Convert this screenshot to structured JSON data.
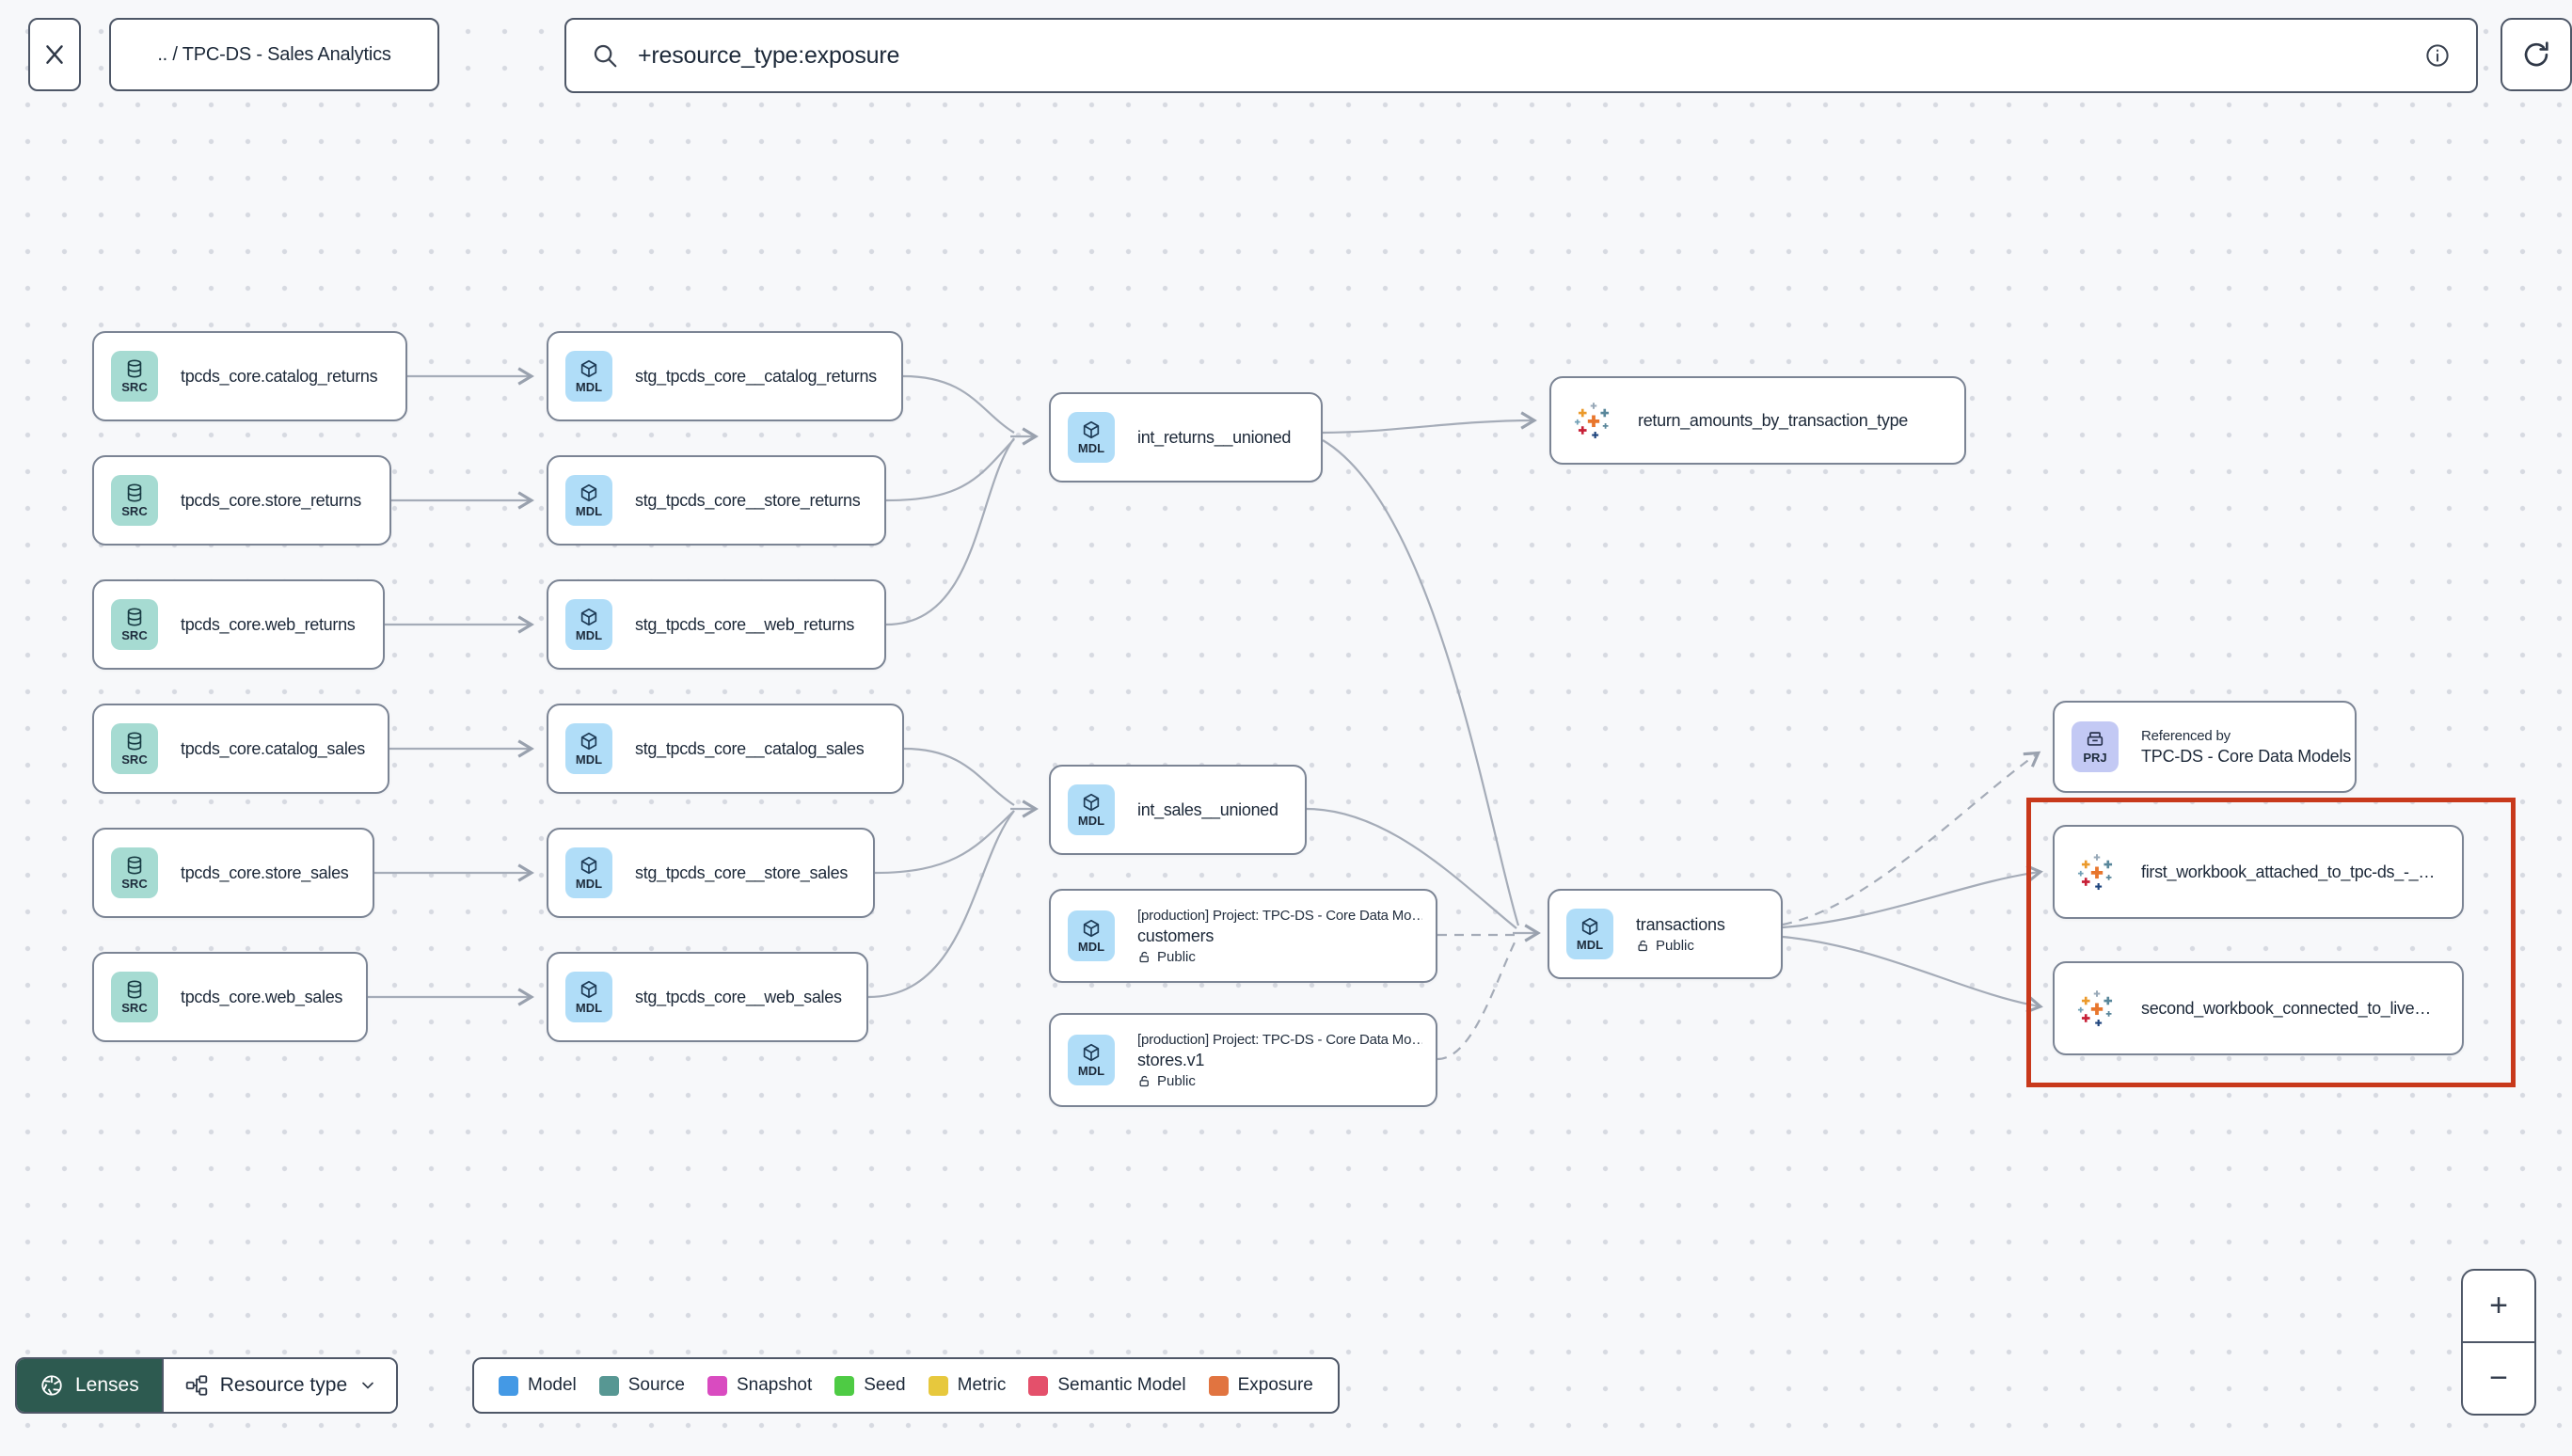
{
  "topbar": {
    "breadcrumb": ".. / TPC-DS - Sales Analytics",
    "search_value": "+resource_type:exposure"
  },
  "badges": {
    "source": "SRC",
    "model": "MDL",
    "project": "PRJ"
  },
  "nodes": {
    "sources": [
      "tpcds_core.catalog_returns",
      "tpcds_core.store_returns",
      "tpcds_core.web_returns",
      "tpcds_core.catalog_sales",
      "tpcds_core.store_sales",
      "tpcds_core.web_sales"
    ],
    "staging": [
      "stg_tpcds_core__catalog_returns",
      "stg_tpcds_core__store_returns",
      "stg_tpcds_core__web_returns",
      "stg_tpcds_core__catalog_sales",
      "stg_tpcds_core__store_sales",
      "stg_tpcds_core__web_sales"
    ],
    "int_returns": "int_returns__unioned",
    "int_sales": "int_sales__unioned",
    "exposure_returns": "return_amounts_by_transaction_type",
    "customers": {
      "project": "[production] Project: TPC-DS - Core Data Mo…",
      "name": "customers",
      "access": "Public"
    },
    "stores": {
      "project": "[production] Project: TPC-DS - Core Data Mo…",
      "name": "stores.v1",
      "access": "Public"
    },
    "transactions": {
      "name": "transactions",
      "access": "Public"
    },
    "referenced_by": {
      "label": "Referenced by",
      "name": "TPC-DS - Core Data Models"
    },
    "workbook_1": "first_workbook_attached_to_tpc-ds_-_…",
    "workbook_2": "second_workbook_connected_to_live…"
  },
  "legend": {
    "items": [
      {
        "label": "Model",
        "color": "#4499e5"
      },
      {
        "label": "Source",
        "color": "#579793"
      },
      {
        "label": "Snapshot",
        "color": "#d94bc0"
      },
      {
        "label": "Seed",
        "color": "#4ecb44"
      },
      {
        "label": "Metric",
        "color": "#e7c83d"
      },
      {
        "label": "Semantic Model",
        "color": "#e4506b"
      },
      {
        "label": "Exposure",
        "color": "#e17440"
      }
    ]
  },
  "toolbar": {
    "lenses_label": "Lenses",
    "resource_type_label": "Resource type"
  },
  "zoom_controls": {
    "zoom_in": "+",
    "zoom_out": "−"
  },
  "colors": {
    "highlight": "#c8391b",
    "source_badge": "#a6dbd2",
    "model_badge": "#b0ddf8",
    "project_badge": "#c3c9f4",
    "lenses_green": "#2d5a50"
  }
}
